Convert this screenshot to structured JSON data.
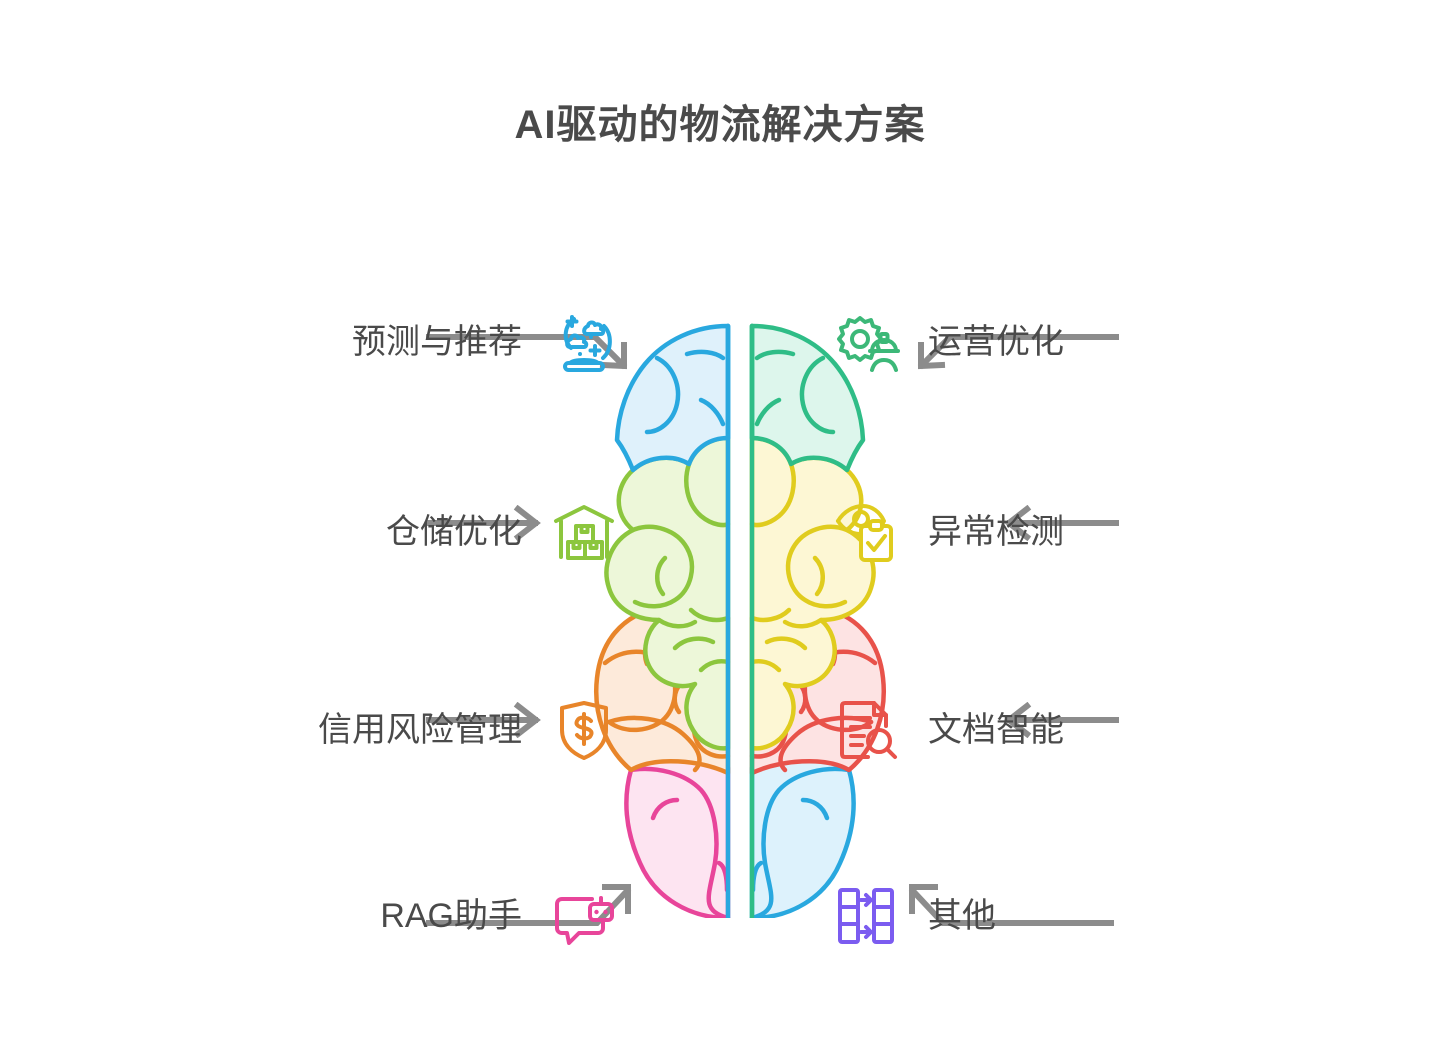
{
  "header": {
    "title": "AI驱动的物流解决方案"
  },
  "colors": {
    "title": "#4a4a4a",
    "label": "#4a4a4a",
    "arrow": "#8c8c8c",
    "forecast": "#29a8df",
    "warehouse": "#8cc63e",
    "credit": "#e8852a",
    "rag": "#e8459a",
    "operations": "#3cb878",
    "anomaly": "#e0cc1e",
    "document": "#e8524a",
    "other": "#7b5cf0"
  },
  "brain": {
    "lobes": [
      {
        "name": "left-frontal",
        "stroke": "#29a8df",
        "fill": "#dff1fb"
      },
      {
        "name": "left-parietal",
        "stroke": "#8cc63e",
        "fill": "#edf7d9"
      },
      {
        "name": "left-temporal",
        "stroke": "#e8852a",
        "fill": "#fdeada"
      },
      {
        "name": "left-occipital",
        "stroke": "#e8459a",
        "fill": "#fde4f1"
      },
      {
        "name": "right-frontal",
        "stroke": "#2fbd87",
        "fill": "#ddf6ec"
      },
      {
        "name": "right-parietal",
        "stroke": "#e0cc1e",
        "fill": "#fdf7d4"
      },
      {
        "name": "right-temporal",
        "stroke": "#e8524a",
        "fill": "#fde3e3"
      },
      {
        "name": "right-occipital",
        "stroke": "#29a8df",
        "fill": "#ddf2fc"
      }
    ]
  },
  "left_items": [
    {
      "label": "预测与推荐",
      "icon": "crystal-ball-icon",
      "color": "#29a8df",
      "arrow": "elbow-down-right"
    },
    {
      "label": "仓储优化",
      "icon": "warehouse-icon",
      "color": "#8cc63e",
      "arrow": "straight-right"
    },
    {
      "label": "信用风险管理",
      "icon": "shield-dollar-icon",
      "color": "#e8852a",
      "arrow": "straight-right"
    },
    {
      "label": "RAG助手",
      "icon": "chat-robot-icon",
      "color": "#e8459a",
      "arrow": "elbow-up-right"
    }
  ],
  "right_items": [
    {
      "label": "运营优化",
      "icon": "gear-worker-icon",
      "color": "#3cb878",
      "arrow": "elbow-down-left"
    },
    {
      "label": "异常检测",
      "icon": "eye-clipboard-icon",
      "color": "#e0cc1e",
      "arrow": "straight-left"
    },
    {
      "label": "文档智能",
      "icon": "document-search-icon",
      "color": "#e8524a",
      "arrow": "straight-left"
    },
    {
      "label": "其他",
      "icon": "data-transfer-icon",
      "color": "#7b5cf0",
      "arrow": "elbow-up-left"
    }
  ]
}
